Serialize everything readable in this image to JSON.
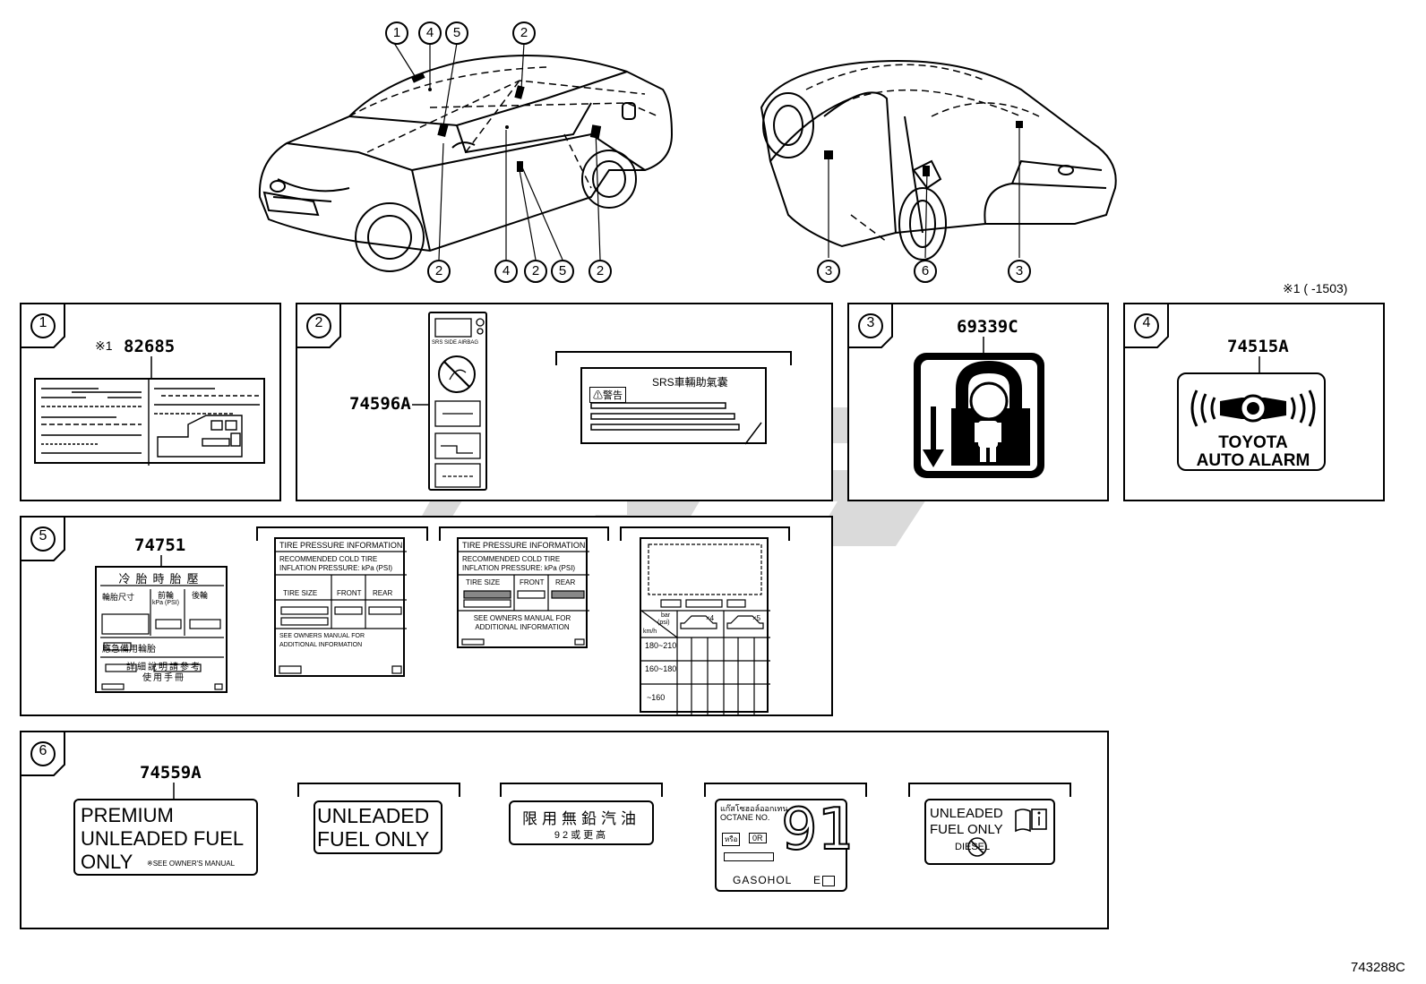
{
  "top_note": "※1 (      -1503)",
  "diagram_code": "743288C",
  "callouts": {
    "front_top": [
      "1",
      "4",
      "5",
      "2"
    ],
    "front_bottom": [
      "2",
      "4",
      "2",
      "5",
      "2"
    ],
    "rear_bottom": [
      "3",
      "6",
      "3"
    ]
  },
  "panels": {
    "p1": {
      "num": "1",
      "marker": "※1",
      "part": "82685"
    },
    "p2": {
      "num": "2",
      "part": "74596A",
      "sticker_top": "SRS SIDE AIRBAG",
      "warning_title": "SRS車輛助氣囊",
      "warning_badge": "警告"
    },
    "p3": {
      "num": "3",
      "part": "69339C"
    },
    "p4": {
      "num": "4",
      "part": "74515A",
      "line1": "TOYOTA",
      "line2": "AUTO ALARM"
    },
    "p5": {
      "num": "5",
      "part": "74751",
      "cn": {
        "title": "冷胎時胎壓",
        "col1": "輪胎尺寸",
        "col2": "前輪",
        "col3": "後輪",
        "unit": "kPa (PSI)",
        "spare": "應急備用輪胎",
        "note1": "詳細說明請參考",
        "note2": "使用手冊"
      },
      "tp1": {
        "title": "TIRE PRESSURE INFORMATION",
        "line1": "RECOMMENDED COLD TIRE",
        "line2": "INFLATION PRESSURE: kPa (PSI)",
        "h1": "TIRE SIZE",
        "h2": "FRONT",
        "h3": "REAR",
        "foot": "SEE OWNERS MANUAL FOR ADDITIONAL INFORMATION"
      },
      "tp2": {
        "title": "TIRE PRESSURE INFORMATION",
        "line1": "RECOMMENDED COLD TIRE",
        "line2": "INFLATION PRESSURE: kPa (PSI)",
        "h1": "TIRE SIZE",
        "h2": "FRONT",
        "h3": "REAR",
        "foot1": "SEE OWNERS MANUAL FOR",
        "foot2": "ADDITIONAL INFORMATION"
      },
      "tp3": {
        "unit_top": "bar",
        "unit_mid": "(psi)",
        "unit_bottom": "km/h",
        "x4": "×4",
        "x5": "×5",
        "rows": [
          "180~210",
          "160~180",
          "~160"
        ]
      }
    },
    "p6": {
      "num": "6",
      "part": "74559A",
      "l1": {
        "line1": "PREMIUM",
        "line2": "UNLEADED FUEL",
        "line3": "ONLY",
        "note": "※SEE OWNER'S MANUAL"
      },
      "l2": {
        "line1": "UNLEADED",
        "line2": "FUEL ONLY"
      },
      "l3": {
        "line1": "限用無鉛汽油",
        "line2": "92或更高"
      },
      "l4": {
        "thai": "แก๊สโซฮอล์ออกเทน",
        "octane": "OCTANE NO.",
        "big": "91",
        "tag1": "หรือ",
        "tag2": "0R",
        "gas": "GASOHOL",
        "e": "E"
      },
      "l5": {
        "line1": "UNLEADED",
        "line2": "FUEL ONLY",
        "diesel": "DIESEL"
      }
    }
  },
  "watermark": "cjc"
}
